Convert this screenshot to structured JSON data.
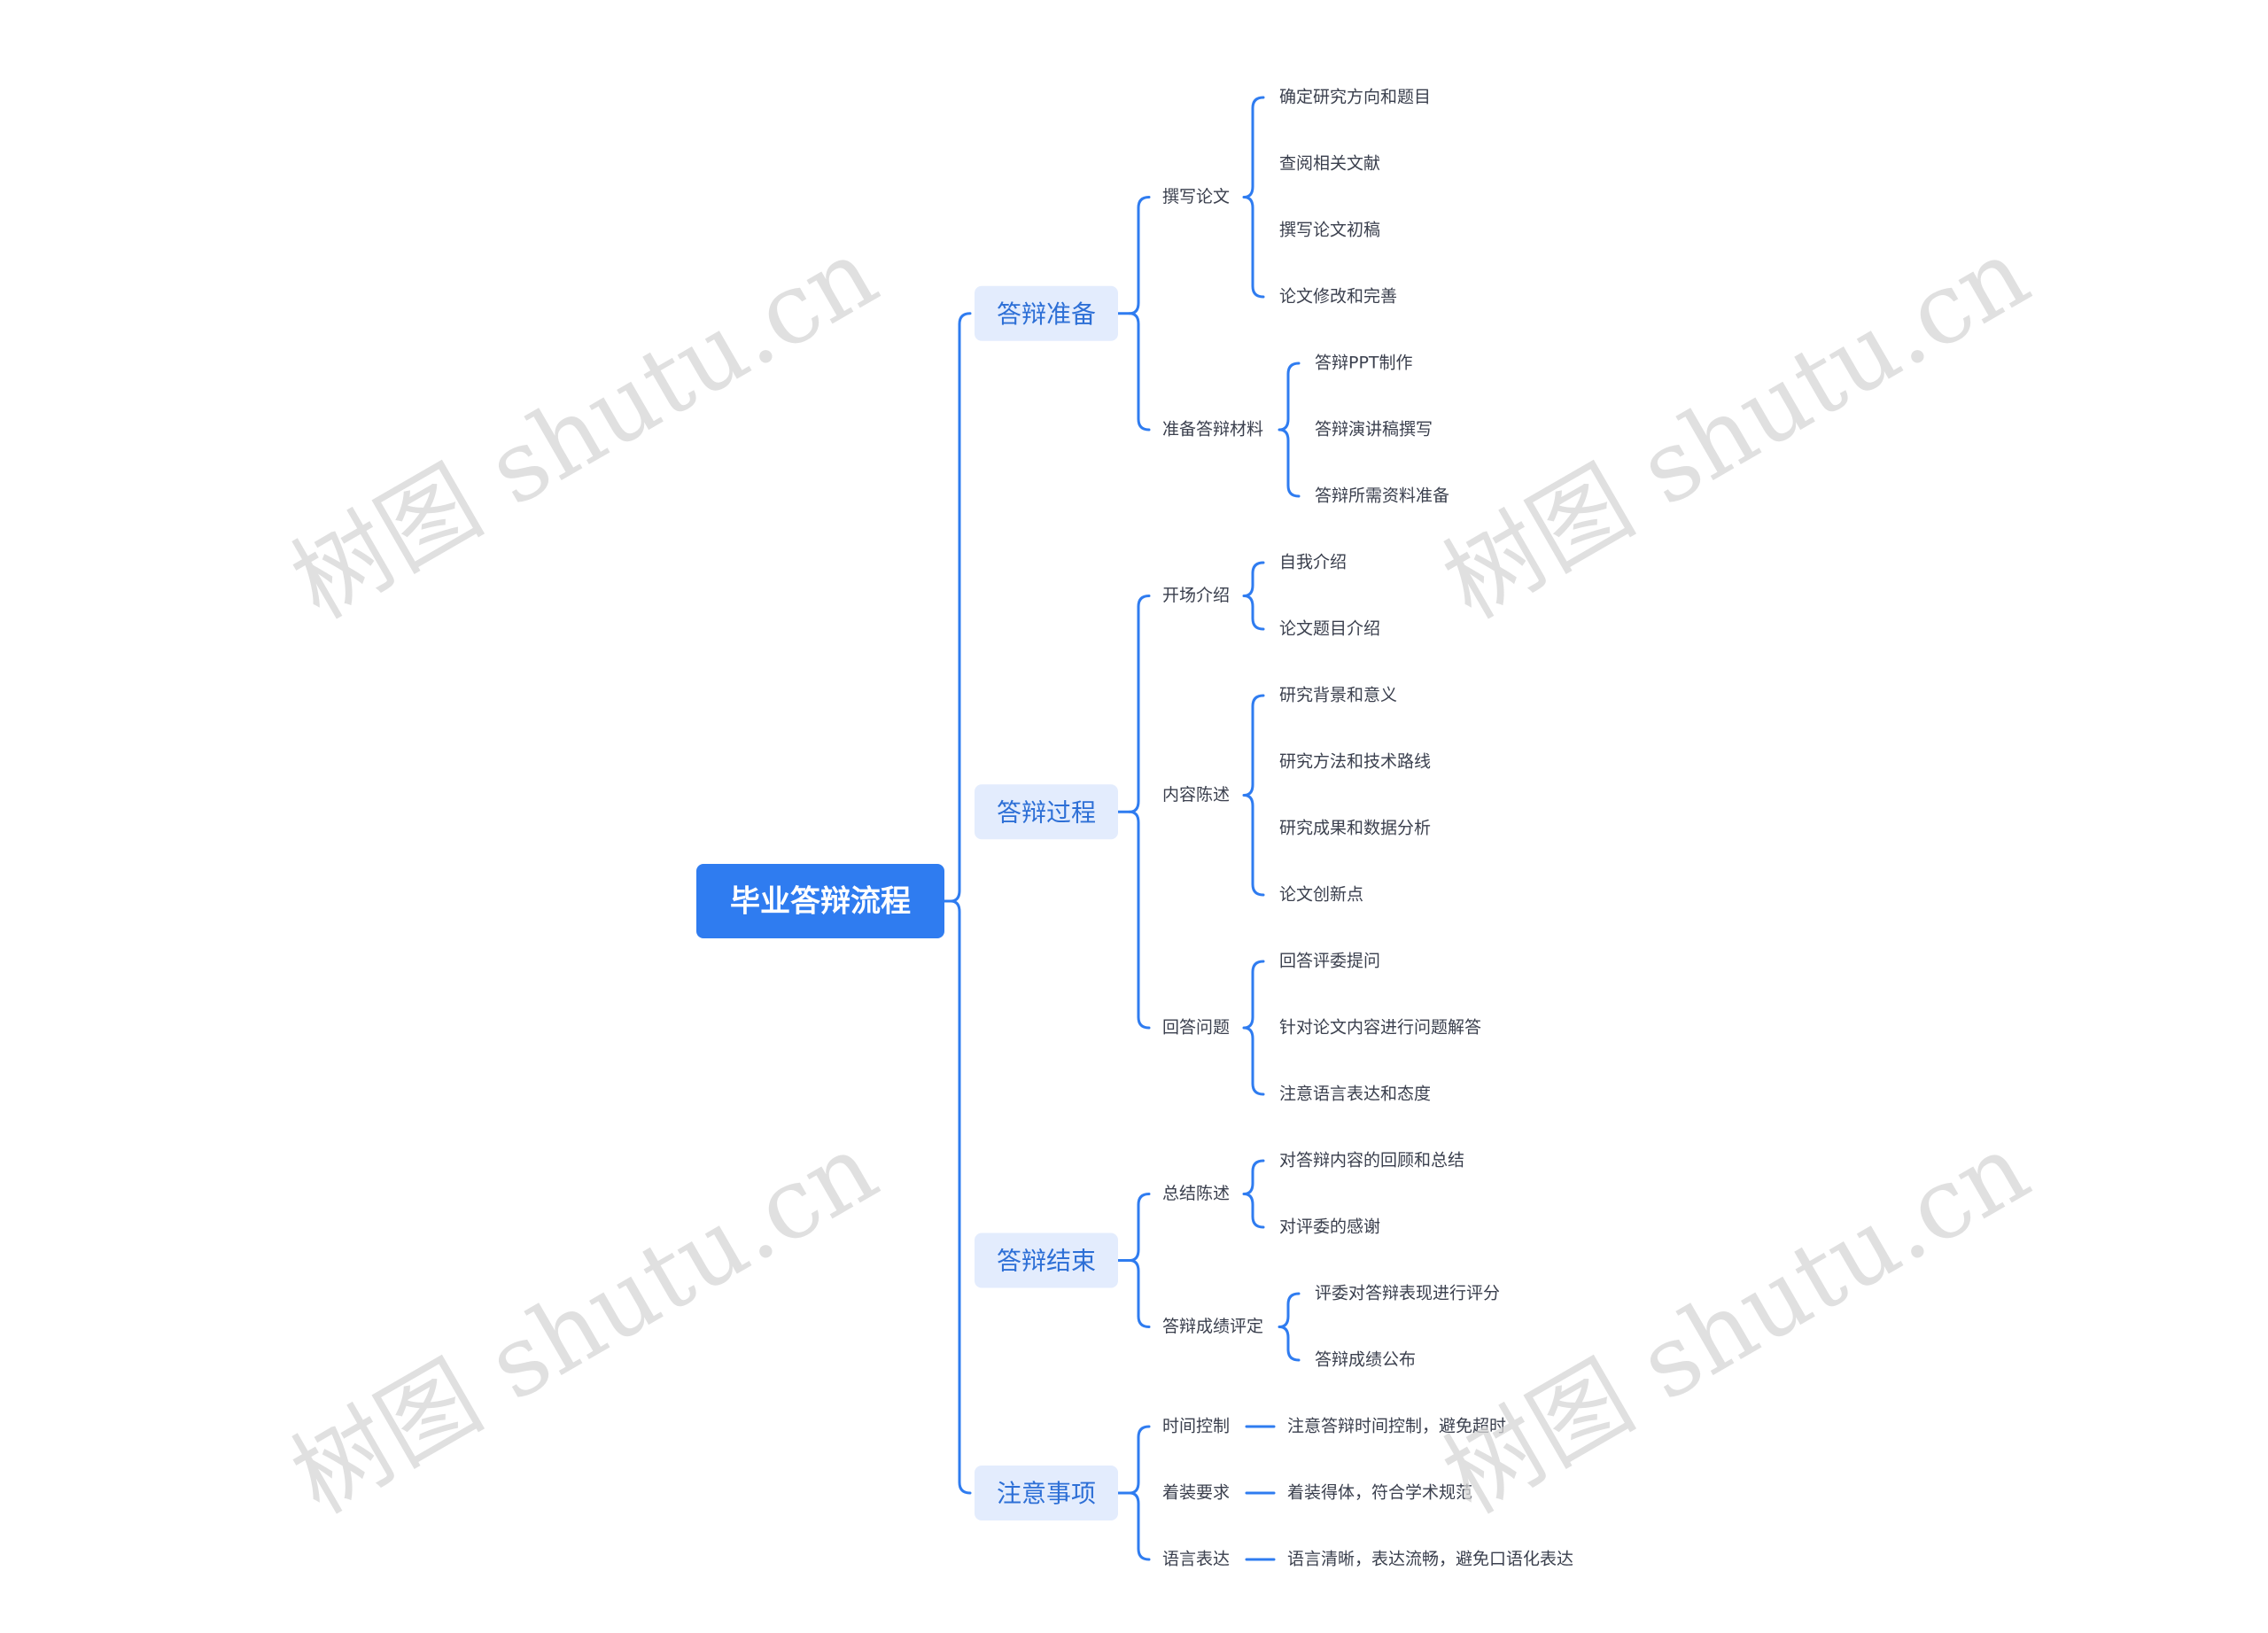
{
  "colors": {
    "primary": "#2f7cf0",
    "line": "#2f7cf0",
    "branch_fill": "#e3ecfd",
    "branch_text": "#2d6fd6",
    "text": "#3a3f4d",
    "watermark": "#d6d6d6"
  },
  "watermark": "树图 shutu.cn",
  "root": {
    "label": "毕业答辩流程",
    "children": [
      {
        "label": "答辩准备",
        "children": [
          {
            "label": "撰写论文",
            "children": [
              "确定研究方向和题目",
              "查阅相关文献",
              "撰写论文初稿",
              "论文修改和完善"
            ]
          },
          {
            "label": "准备答辩材料",
            "children": [
              "答辩PPT制作",
              "答辩演讲稿撰写",
              "答辩所需资料准备"
            ]
          }
        ]
      },
      {
        "label": "答辩过程",
        "children": [
          {
            "label": "开场介绍",
            "children": [
              "自我介绍",
              "论文题目介绍"
            ]
          },
          {
            "label": "内容陈述",
            "children": [
              "研究背景和意义",
              "研究方法和技术路线",
              "研究成果和数据分析",
              "论文创新点"
            ]
          },
          {
            "label": "回答问题",
            "children": [
              "回答评委提问",
              "针对论文内容进行问题解答",
              "注意语言表达和态度"
            ]
          }
        ]
      },
      {
        "label": "答辩结束",
        "children": [
          {
            "label": "总结陈述",
            "children": [
              "对答辩内容的回顾和总结",
              "对评委的感谢"
            ]
          },
          {
            "label": "答辩成绩评定",
            "children": [
              "评委对答辩表现进行评分",
              "答辩成绩公布"
            ]
          }
        ]
      },
      {
        "label": "注意事项",
        "children": [
          {
            "label": "时间控制",
            "children": [
              "注意答辩时间控制，避免超时"
            ]
          },
          {
            "label": "着装要求",
            "children": [
              "着装得体，符合学术规范"
            ]
          },
          {
            "label": "语言表达",
            "children": [
              "语言清晰，表达流畅，避免口语化表达"
            ]
          }
        ]
      }
    ]
  }
}
